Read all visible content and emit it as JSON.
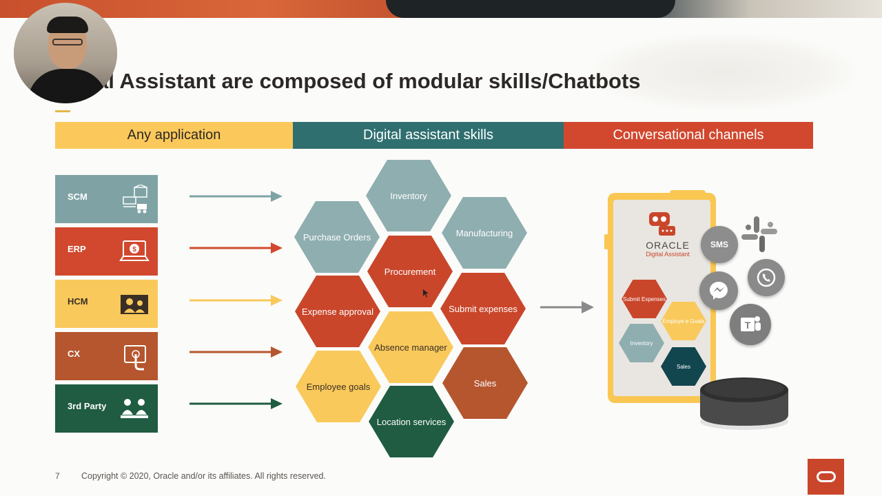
{
  "slide": {
    "title": "al Assistant are composed of modular skills/Chatbots",
    "page_number": "7",
    "copyright": "Copyright © 2020, Oracle and/or its affiliates. All rights reserved."
  },
  "columns": {
    "applications": "Any application",
    "skills": "Digital assistant skills",
    "channels": "Conversational channels"
  },
  "applications": [
    {
      "label": "SCM",
      "color": "#7fa3a5",
      "icon": "warehouse-truck-icon"
    },
    {
      "label": "ERP",
      "color": "#d1482e",
      "icon": "laptop-dollar-icon"
    },
    {
      "label": "HCM",
      "color": "#f9c95b",
      "icon": "people-frame-icon"
    },
    {
      "label": "CX",
      "color": "#b5562f",
      "icon": "touch-screen-icon"
    },
    {
      "label": "3rd Party",
      "color": "#1f5c42",
      "icon": "people-desk-icon"
    }
  ],
  "skills": {
    "inventory": "Inventory",
    "purchase_orders": "Purchase Orders",
    "manufacturing": "Manufacturing",
    "procurement": "Procurement",
    "expense_approval": "Expense approval",
    "submit_expenses": "Submit expenses",
    "absence_manager": "Absence manager",
    "employee_goals": "Employee goals",
    "sales": "Sales",
    "location_services": "Location services"
  },
  "phone": {
    "brand": "ORACLE",
    "product": "Digital Assistant",
    "tiles": {
      "submit_expenses": "Submit Expenses",
      "employee_goals": "Employe e Goals",
      "inventory": "Inventory",
      "sales": "Sales"
    }
  },
  "channels": {
    "sms": "SMS"
  }
}
